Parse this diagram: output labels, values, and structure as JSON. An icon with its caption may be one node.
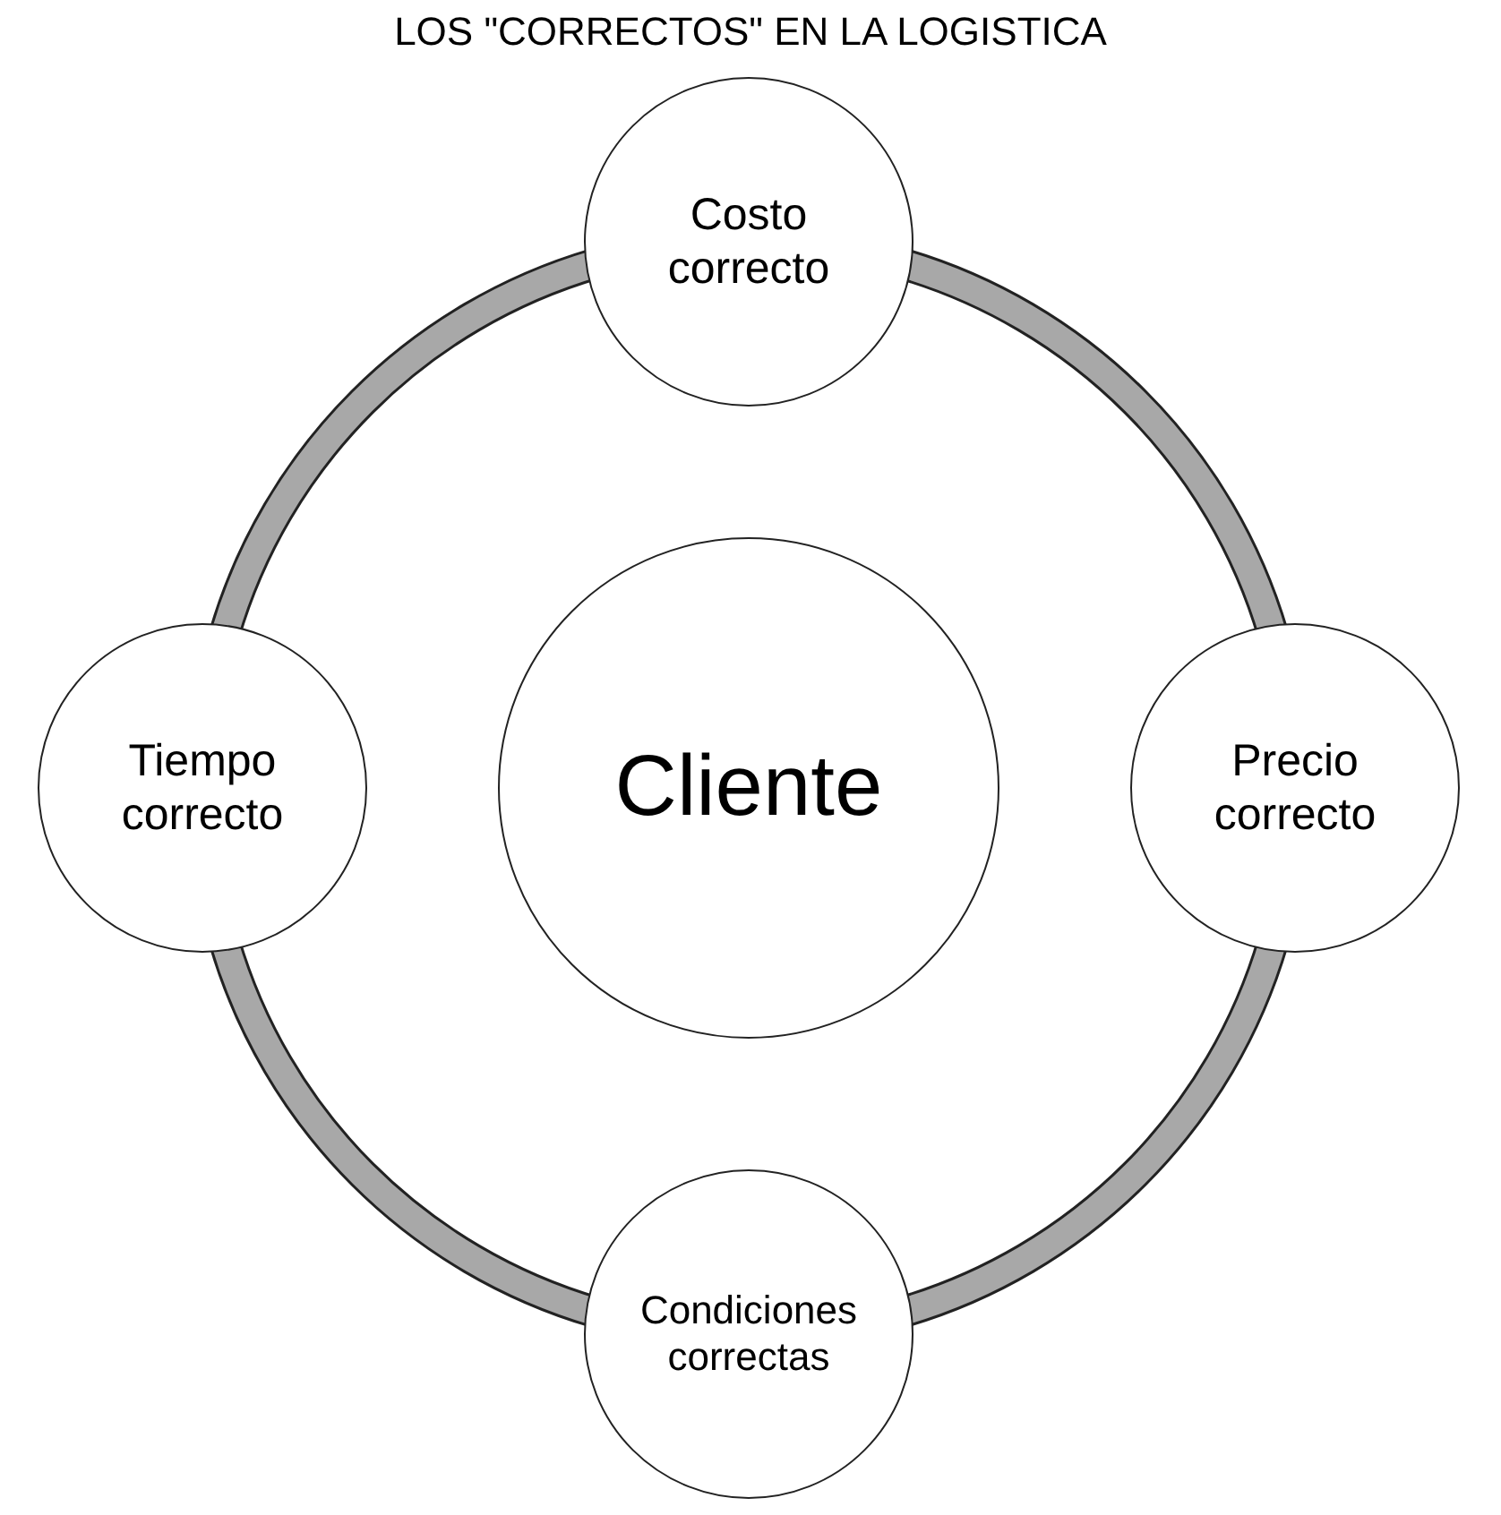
{
  "diagram": {
    "title": "LOS \"CORRECTOS\" EN LA LOGISTICA",
    "nodes": [
      {
        "text": [
          "Costo correcto"
        ]
      },
      {
        "text": [
          "Tiempo correcto"
        ]
      },
      {
        "text": [
          "Cliente"
        ]
      },
      {
        "text": [
          "Precio correcto"
        ]
      },
      {
        "text": [
          "Condiciones correctas"
        ]
      }
    ],
    "edges": [
      {
        "from": 0,
        "to": 3,
        "arrow": "none"
      },
      {
        "from": 3,
        "to": 4,
        "arrow": "none"
      },
      {
        "from": 4,
        "to": 1,
        "arrow": "none"
      },
      {
        "from": 1,
        "to": 0,
        "arrow": "none"
      }
    ]
  }
}
